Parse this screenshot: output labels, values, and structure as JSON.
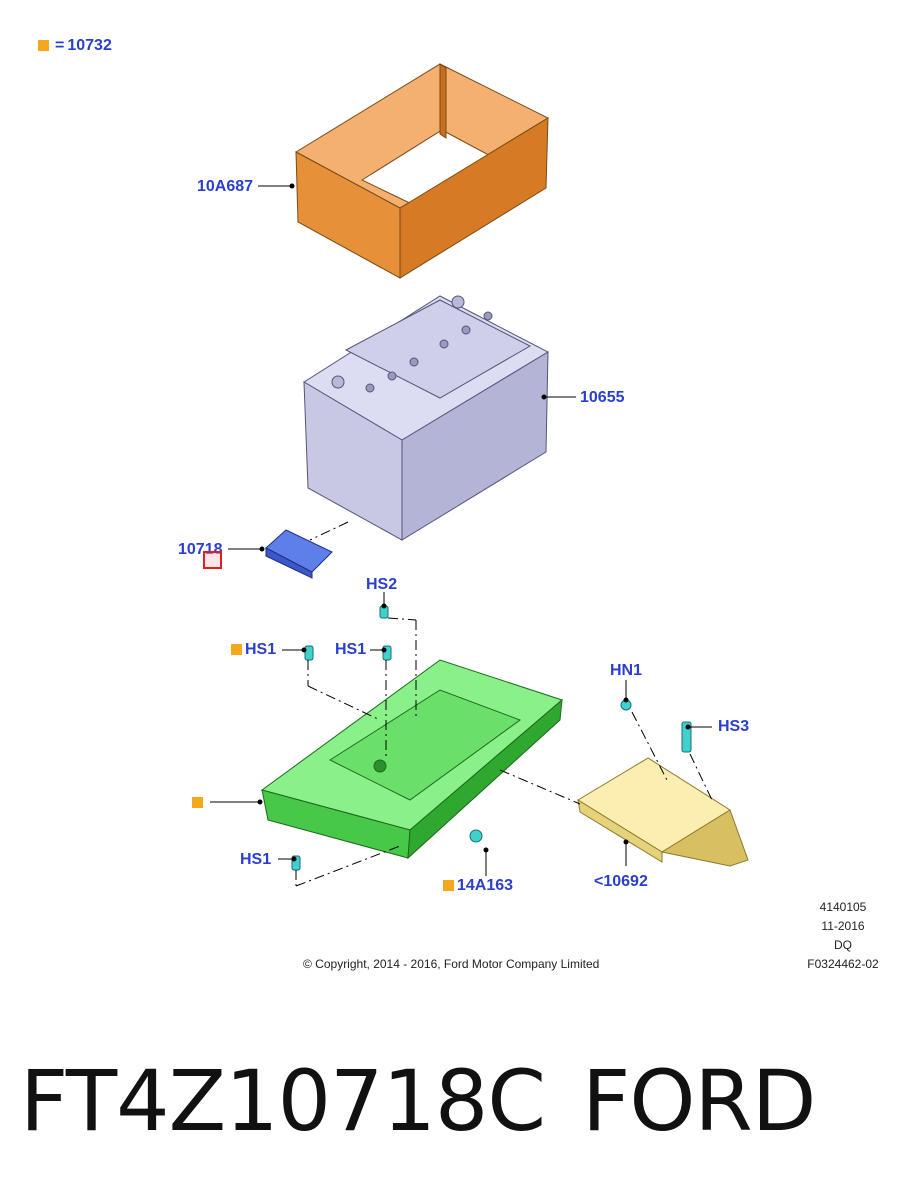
{
  "legend": {
    "marker": "■",
    "equals": "=",
    "value": "10732"
  },
  "callouts": {
    "tray_cover": "10A687",
    "battery": "10655",
    "clamp": "10718",
    "hs2": "HS2",
    "hs1_a": "HS1",
    "hs1_b": "HS1",
    "hs1_c": "HS1",
    "hn1": "HN1",
    "hs3": "HS3",
    "harness": "14A163",
    "support": "<10692"
  },
  "meta": {
    "copyright": "© Copyright, 2014 - 2016, Ford Motor Company Limited",
    "code1": "4140105",
    "date": "11-2016",
    "code2": "DQ",
    "code3": "F0324462-02"
  },
  "caption": {
    "part_number": "FT4Z10718C",
    "brand": "FORD"
  },
  "colors": {
    "label": "#2a3fd0",
    "marker": "#f5a81c",
    "cover": "#e8913f",
    "battery": "#c9c9e8",
    "clamp": "#4466dd",
    "tray": "#5ee05e",
    "bracket": "#f3e08a",
    "fastener": "#3fd0d0",
    "highlight": "#e02020"
  }
}
